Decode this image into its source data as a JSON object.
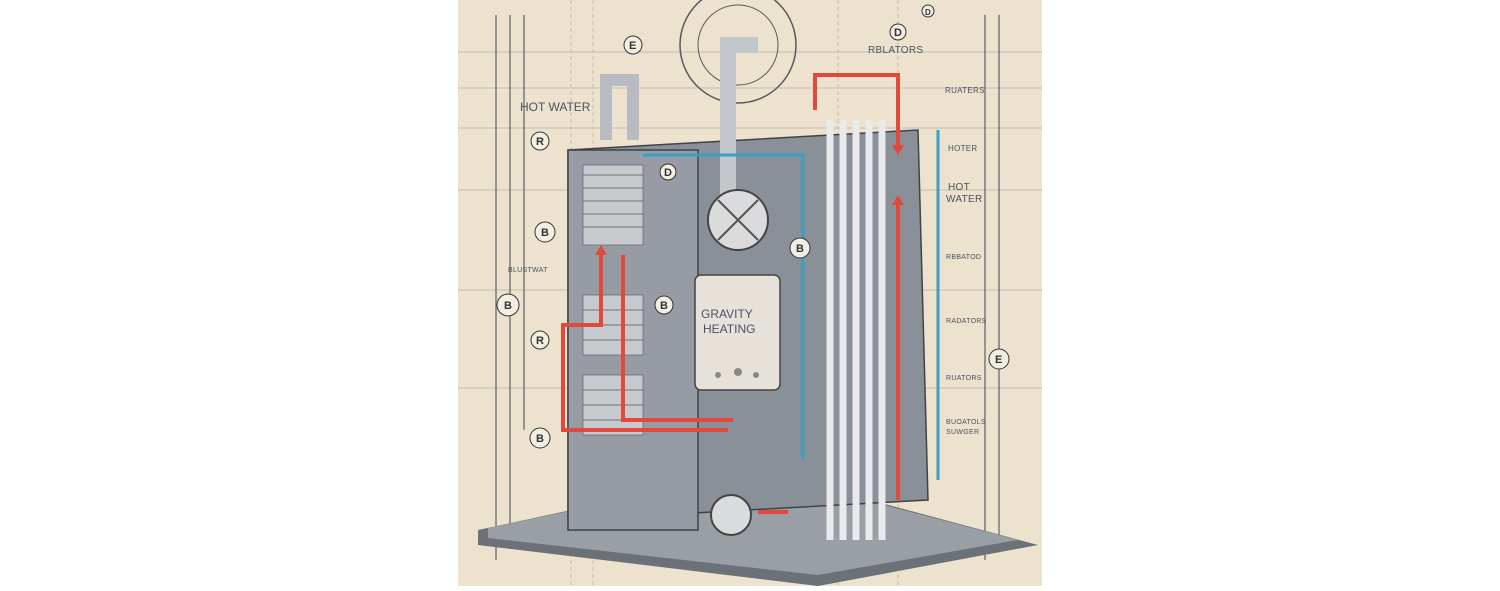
{
  "drawing": {
    "main_label": [
      "GRAVITY",
      "HEATING"
    ],
    "left_labels": {
      "hot_water": "HOT WATER",
      "blustwat": "BLUSTWAT"
    },
    "right_labels": {
      "rblators": "RBLATORS",
      "ruaters": "RUATERS",
      "hoter": "HOTER",
      "hot_water": [
        "HOT",
        "WATER"
      ],
      "rbbatod": "RBBATOD",
      "radators": "RADATORS",
      "ruators": "RUATORS",
      "bottom": [
        "BUOATOLS",
        "SUWGER"
      ]
    },
    "callouts": [
      "E",
      "R",
      "B",
      "B",
      "R",
      "B",
      "D",
      "B",
      "B",
      "D",
      "E",
      "D"
    ],
    "colors": {
      "paper": "#ece2cd",
      "hot_pipe": "#e2493a",
      "cold_pipe": "#3a9fc4",
      "metal": "#8e949c"
    }
  }
}
